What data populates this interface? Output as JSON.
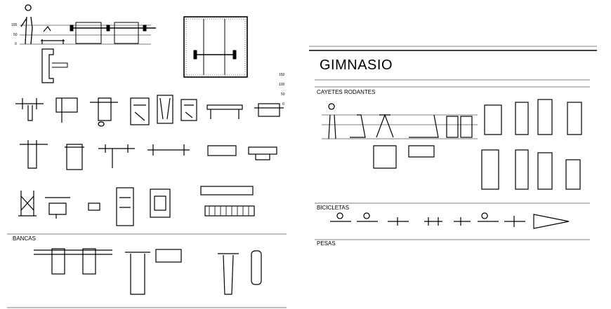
{
  "title": "GIMNASIO",
  "sections": {
    "cayetes": "CAYETES RODANTES",
    "bicicletas": "BICICLETAS",
    "pesas": "PESAS",
    "bancas": "BANCAS"
  },
  "scale_left": [
    "100",
    "50",
    "0"
  ],
  "scale_right": [
    "150",
    "100",
    "50",
    "0"
  ],
  "colors": {
    "ink": "#000000",
    "background": "#ffffff"
  }
}
